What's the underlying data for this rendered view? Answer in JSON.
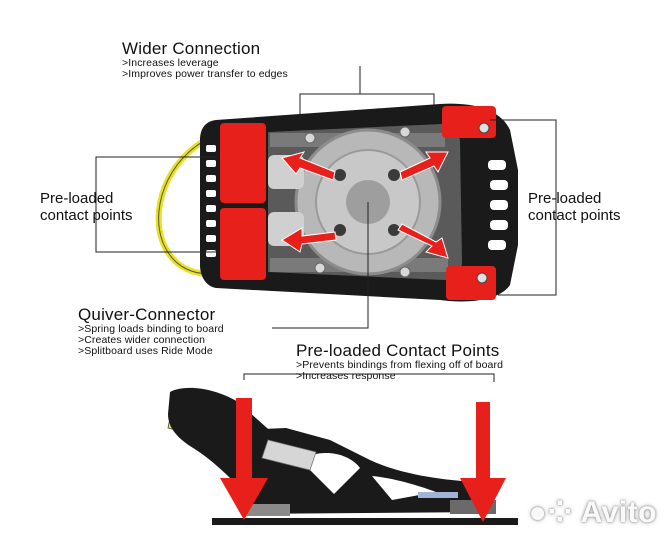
{
  "wider_connection": {
    "title": "Wider Connection",
    "bullets": [
      ">Increases leverage",
      ">Improves power transfer to edges"
    ]
  },
  "left_contact": {
    "line1": "Pre-loaded",
    "line2": "contact points"
  },
  "right_contact": {
    "line1": "Pre-loaded",
    "line2": "contact points"
  },
  "quiver_connector": {
    "title": "Quiver-Connector",
    "bullets": [
      ">Spring loads binding to board",
      ">Creates wider connection",
      ">Splitboard uses Ride Mode"
    ]
  },
  "preloaded_points": {
    "title": "Pre-loaded Contact Points",
    "bullets": [
      ">Prevents bindings from flexing off of board",
      ">Increases response"
    ]
  },
  "watermark": "Avito",
  "colors": {
    "accent_red": "#e8201c",
    "strap_yellow": "#e8e020",
    "base_black": "#1a1a1a",
    "disc_gray": "#b8b8b8"
  }
}
